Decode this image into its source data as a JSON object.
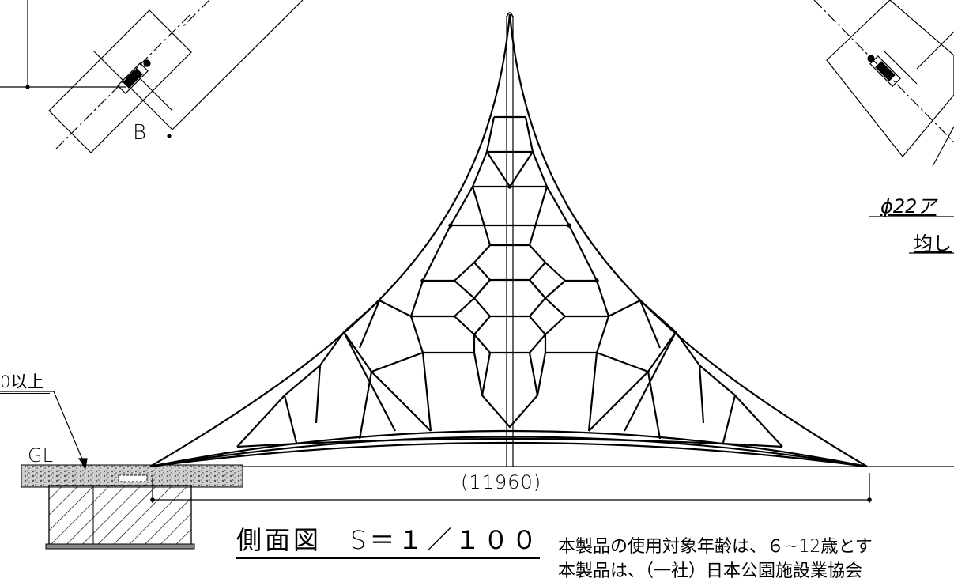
{
  "drawing_title": "側面図　S＝１／１００",
  "dimension_label": "(11960)",
  "detail_label_b": "B",
  "ground_label": "GL",
  "depth_label": "0以上",
  "anchor_label": "ϕ22ア",
  "anchor_label_2": "均し",
  "notes": [
    "本製品の使用対象年齢は、６~12歳とす",
    "本製品は、（一社）日本公園施設業協会"
  ]
}
